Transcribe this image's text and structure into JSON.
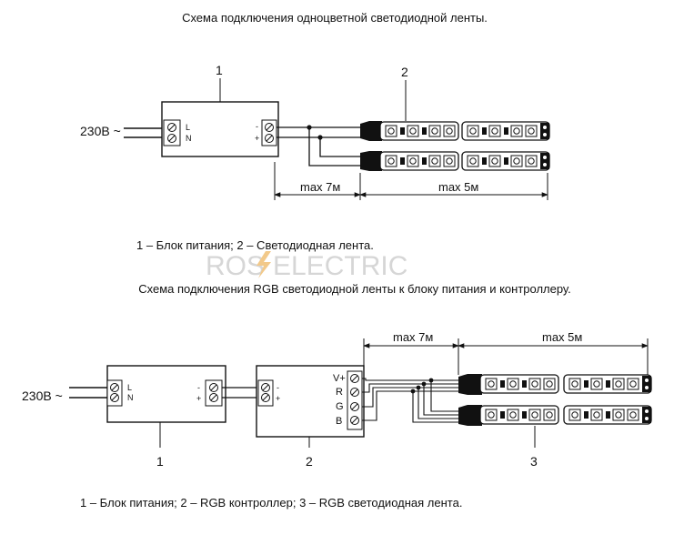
{
  "diagram1": {
    "title": "Схема подключения одноцветной светодиодной ленты.",
    "input_label": "230В ~",
    "psu_number": "1",
    "strip_number": "2",
    "psu_in_L": "L",
    "psu_in_N": "N",
    "psu_out_minus": "-",
    "psu_out_plus": "+",
    "dim_wire": "max 7м",
    "dim_strip": "max 5м",
    "caption": "1 – Блок питания;  2 – Светодиодная лента."
  },
  "watermark": {
    "left": "ROS",
    "right": "ELECTRIC"
  },
  "diagram2": {
    "title": "Схема подключения RGB светодиодной ленты к блоку питания и контроллеру.",
    "input_label": "230В ~",
    "psu_number": "1",
    "controller_number": "2",
    "strip_number": "3",
    "psu_in_L": "L",
    "psu_in_N": "N",
    "psu_out_minus": "-",
    "psu_out_plus": "+",
    "ctrl_in_minus": "-",
    "ctrl_in_plus": "+",
    "ctrl_V": "V+",
    "ctrl_R": "R",
    "ctrl_G": "G",
    "ctrl_B": "B",
    "dim_wire": "max 7м",
    "dim_strip": "max 5м",
    "caption": "1 – Блок питания;  2 – RGB контроллер;  3 – RGB светодиодная лента."
  }
}
